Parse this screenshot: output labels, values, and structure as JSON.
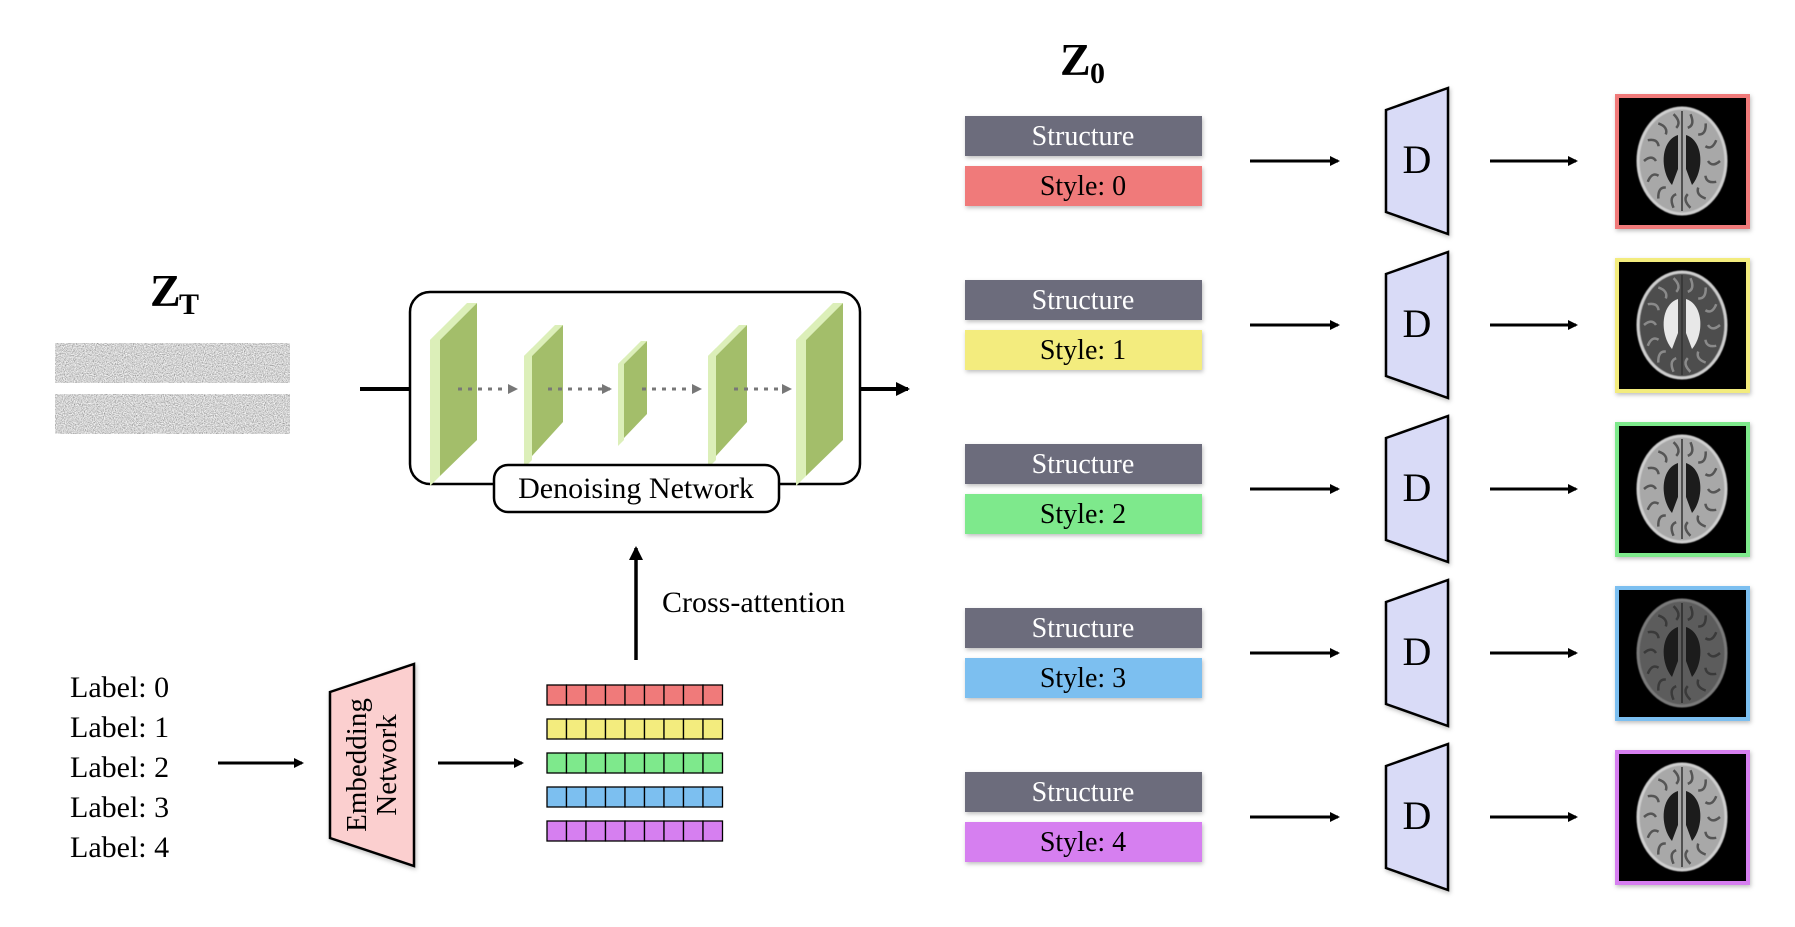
{
  "latent_input": {
    "symbol": "Z",
    "subscript": "T"
  },
  "latent_output": {
    "symbol": "Z",
    "subscript": "0"
  },
  "denoiser": {
    "label": "Denoising Network"
  },
  "embedder": {
    "line1": "Embedding",
    "line2": "Network"
  },
  "cross_attention": {
    "label": "Cross-attention"
  },
  "labels": [
    "Label: 0",
    "Label: 1",
    "Label: 2",
    "Label: 3",
    "Label: 4"
  ],
  "outputs": [
    {
      "structure": "Structure",
      "style": "Style: 0",
      "decoder": "D",
      "color": "#f07a7a"
    },
    {
      "structure": "Structure",
      "style": "Style: 1",
      "decoder": "D",
      "color": "#f3ec7e"
    },
    {
      "structure": "Structure",
      "style": "Style: 2",
      "decoder": "D",
      "color": "#7ee98c"
    },
    {
      "structure": "Structure",
      "style": "Style: 3",
      "decoder": "D",
      "color": "#7cbff0"
    },
    {
      "structure": "Structure",
      "style": "Style: 4",
      "decoder": "D",
      "color": "#d67ff0"
    }
  ],
  "colors": {
    "structure_bar": "#6c6c7c",
    "decoder_fill": "#d9dbf7",
    "embedder_fill": "#fbcfcf",
    "unet_block": "#a3be6a",
    "unet_block_light": "#dcefb9"
  }
}
